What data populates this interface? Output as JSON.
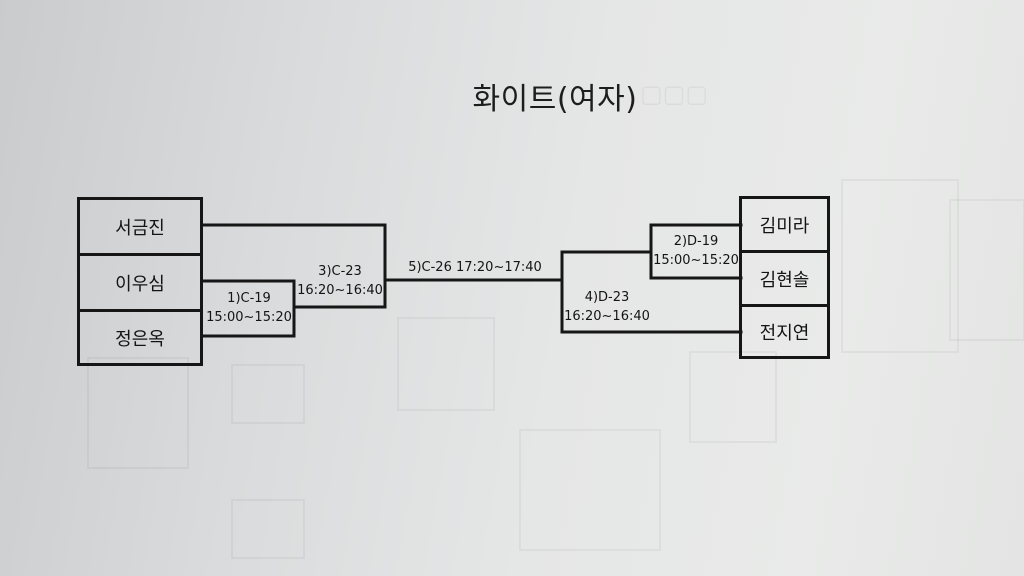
{
  "title": "화이트(여자)",
  "left_players": [
    "서금진",
    "이우심",
    "정은옥"
  ],
  "right_players": [
    "김미라",
    "김현솔",
    "전지연"
  ],
  "matches": {
    "m1": {
      "code": "1)C-19",
      "time": "15:00~15:20"
    },
    "m2": {
      "code": "2)D-19",
      "time": "15:00~15:20"
    },
    "m3": {
      "code": "3)C-23",
      "time": "16:20~16:40"
    },
    "m4": {
      "code": "4)D-23",
      "time": "16:20~16:40"
    },
    "m5": {
      "code": "5)C-26",
      "time": "17:20~17:40"
    }
  },
  "colors": {
    "line": "#161616",
    "text": "#141414"
  }
}
